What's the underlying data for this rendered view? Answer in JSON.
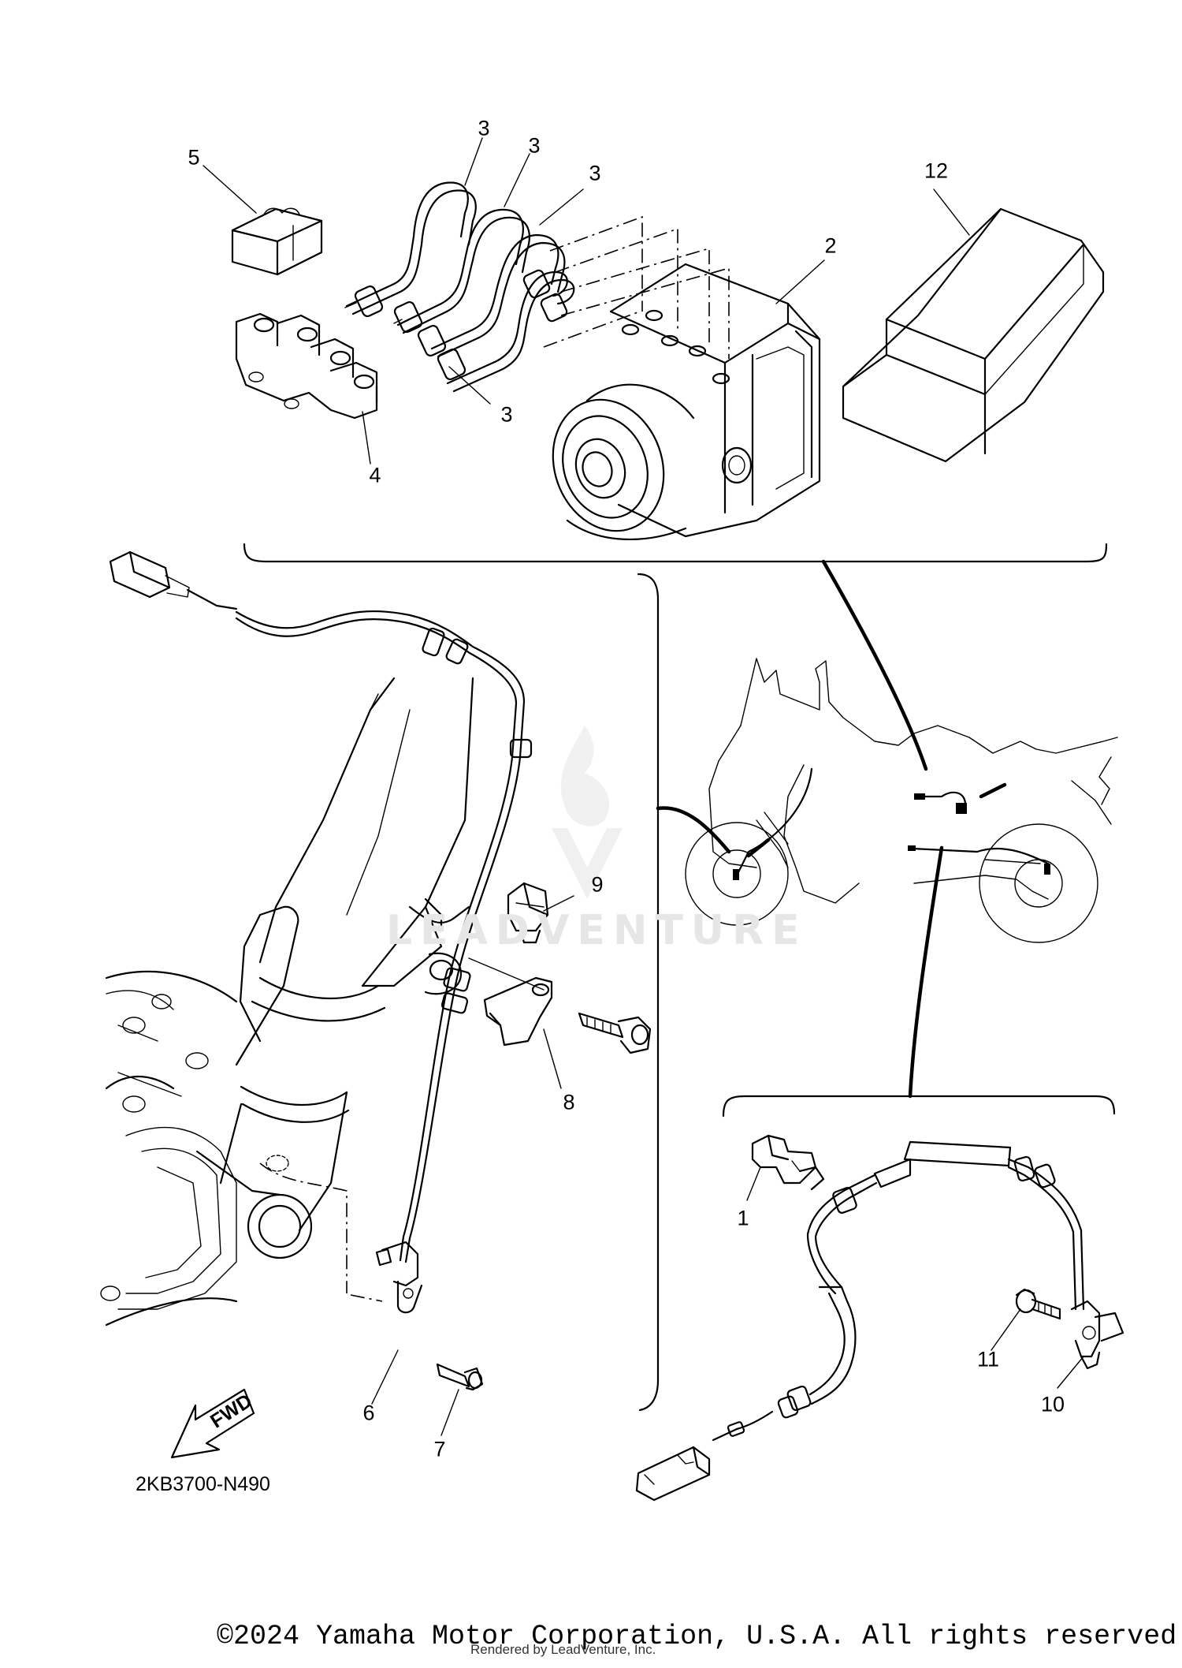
{
  "diagram_code": "2KB3700-N490",
  "fwd_label": "FWD",
  "watermark": "LEADVENTURE",
  "copyright": "©2024 Yamaha Motor Corporation, U.S.A. All rights reserved.",
  "rendered_by": "Rendered by LeadVenture, Inc.",
  "callouts": {
    "c1": "1",
    "c2": "2",
    "c3a": "3",
    "c3b": "3",
    "c3c": "3",
    "c3d": "3",
    "c4": "4",
    "c5": "5",
    "c6": "6",
    "c7": "7",
    "c8": "8",
    "c9": "9",
    "c10": "10",
    "c11": "11",
    "c12": "12"
  }
}
